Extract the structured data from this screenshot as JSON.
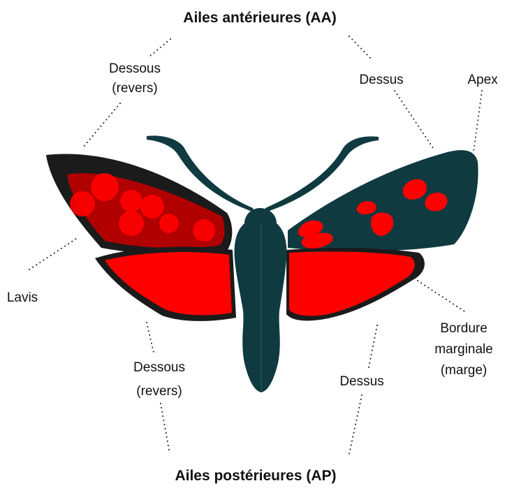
{
  "title_top": "Ailes antérieures (AA)",
  "title_bottom": "Ailes postérieures (AP)",
  "labels": {
    "dessous_top": [
      "Dessous",
      "(revers)"
    ],
    "dessus_top": "Dessus",
    "apex": "Apex",
    "lavis": "Lavis",
    "dessous_bottom": [
      "Dessous",
      "(revers)"
    ],
    "dessus_bottom": "Dessus",
    "bordure": [
      "Bordure",
      "marginale",
      "(marge)"
    ]
  },
  "colors": {
    "body": "#0f3a40",
    "wing_dark": "#0f3a40",
    "wing_black": "#1b1b1b",
    "red": "#ff0000",
    "dark_red": "#b00000",
    "text": "#111111"
  }
}
